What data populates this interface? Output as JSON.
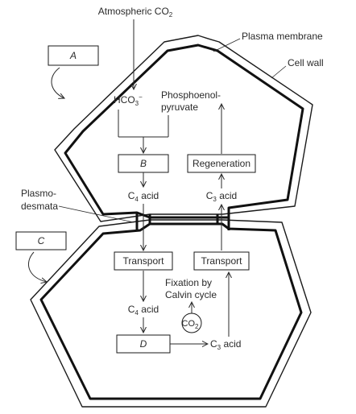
{
  "labels": {
    "atmospheric_co2": "Atmospheric CO",
    "atmospheric_co2_sub": "2",
    "plasma_membrane": "Plasma membrane",
    "cell_wall": "Cell wall",
    "hco3": "HCO",
    "hco3_sub": "3",
    "hco3_sup": "−",
    "phosphoenol_line1": "Phosphoenol-",
    "phosphoenol_line2": "pyruvate",
    "regeneration": "Regeneration",
    "c4_acid_top": "C",
    "c4_acid_top_sub": "4",
    "c4_acid_top_rest": " acid",
    "c3_acid_top": "C",
    "c3_acid_top_sub": "3",
    "c3_acid_top_rest": " acid",
    "plasmodesmata_line1": "Plasmo-",
    "plasmodesmata_line2": "desmata",
    "transport_left": "Transport",
    "transport_right": "Transport",
    "fixation_line1": "Fixation by",
    "fixation_line2": "Calvin cycle",
    "c4_acid_bottom": "C",
    "c4_acid_bottom_sub": "4",
    "c4_acid_bottom_rest": " acid",
    "co2_circle": "CO",
    "co2_circle_sub": "2",
    "c3_acid_bottom": "C",
    "c3_acid_bottom_sub": "3",
    "c3_acid_bottom_rest": " acid"
  },
  "answer_boxes": {
    "a": "A",
    "b": "B",
    "c": "C",
    "d": "D"
  }
}
